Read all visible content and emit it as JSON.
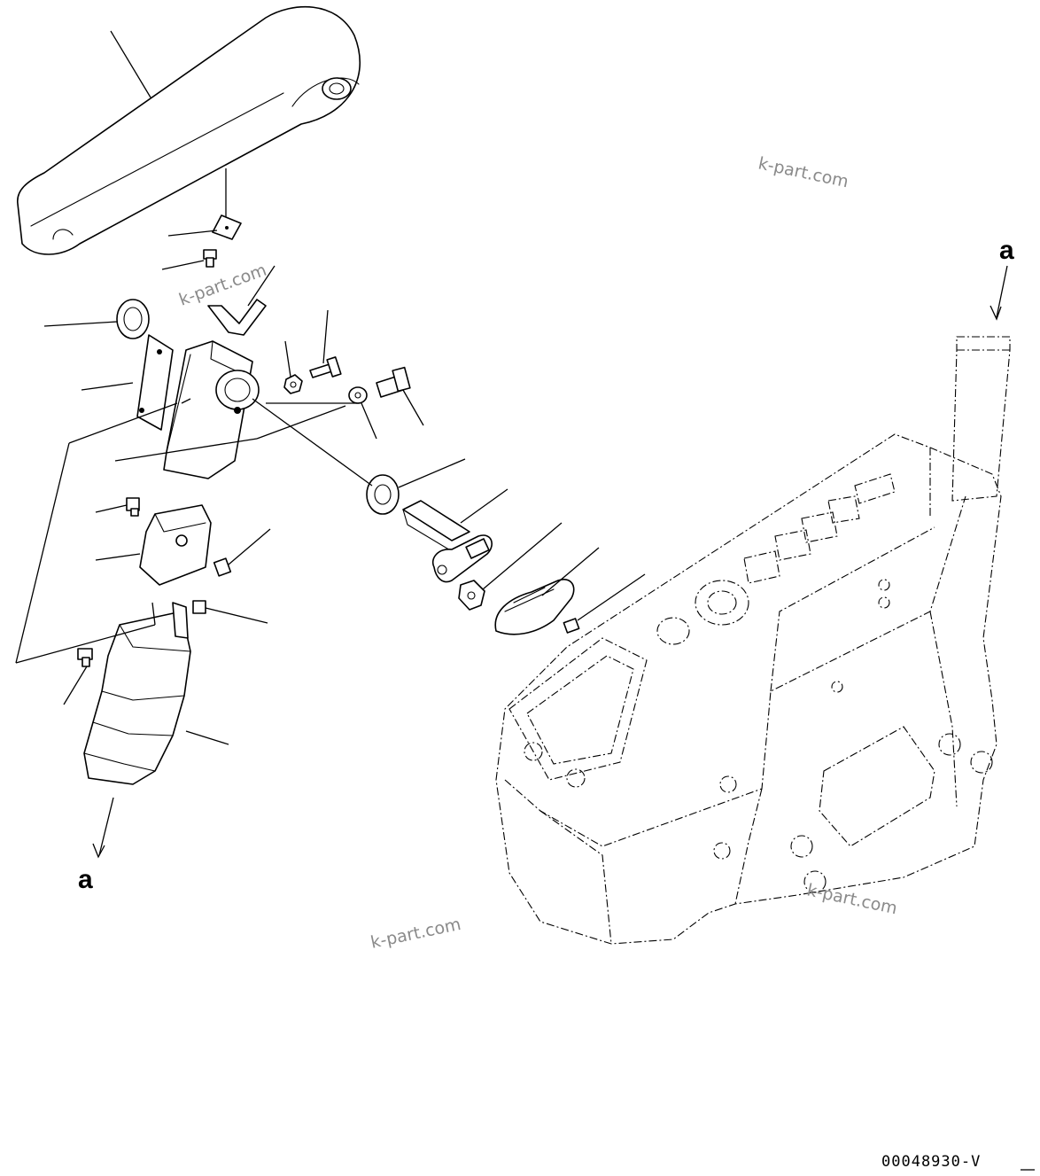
{
  "callouts": {
    "top_label": "a",
    "bottom_label": "a"
  },
  "watermarks": [
    "k-part.com",
    "k-part.com",
    "k-part.com",
    "k-part.com"
  ],
  "drawing_number": "00048930-V",
  "colors": {
    "line": "#000000",
    "background": "#ffffff",
    "watermark": "#8a8a8a"
  }
}
